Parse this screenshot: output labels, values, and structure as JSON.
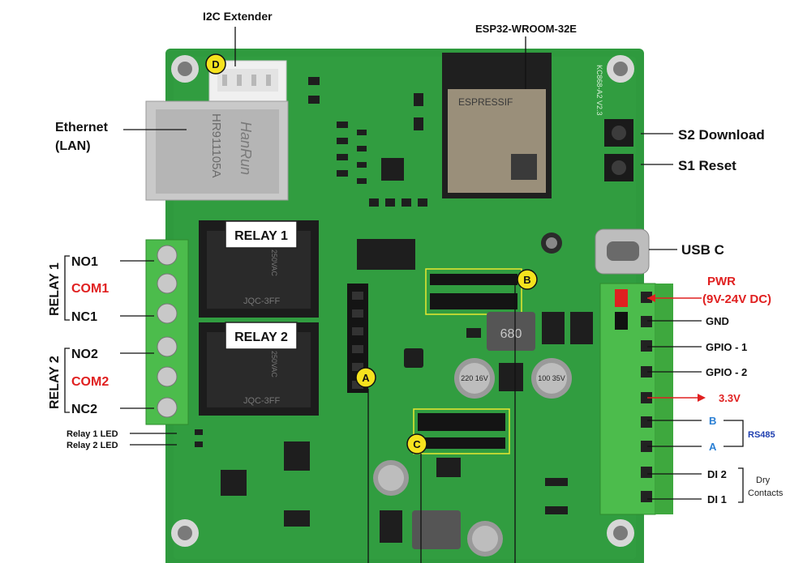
{
  "labels": {
    "i2c_extender": "I2C Extender",
    "esp32": "ESP32-WROOM-32E",
    "ethernet_line1": "Ethernet",
    "ethernet_line2": "(LAN)",
    "s2_download": "S2 Download",
    "s1_reset": "S1 Reset",
    "usb_c": "USB C",
    "relay1_header": "RELAY 1",
    "relay2_header": "RELAY 2",
    "relay1_side": "RELAY 1",
    "relay2_side": "RELAY 2",
    "no1": "NO1",
    "com1": "COM1",
    "nc1": "NC1",
    "no2": "NO2",
    "com2": "COM2",
    "nc2": "NC2",
    "relay1_led": "Relay 1 LED",
    "relay2_led": "Relay 2 LED",
    "pwr_line1": "PWR",
    "pwr_line2": "(9V-24V DC)",
    "gnd": "GND",
    "gpio1": "GPIO - 1",
    "gpio2": "GPIO - 2",
    "v33": "3.3V",
    "b": "B",
    "a": "A",
    "rs485": "RS485",
    "di2": "DI 2",
    "di1": "DI 1",
    "dry": "Dry",
    "contacts": "Contacts"
  },
  "markers": {
    "a": "A",
    "b": "B",
    "c": "C",
    "d": "D"
  },
  "pcb": {
    "ethernet_jack": "HR911105A",
    "ethernet_brand": "HanRun",
    "esp_brand": "ESPRESSIF",
    "relay_part": "JQC-3FF",
    "relay_rating": "10A 250VAC",
    "inductor": "680",
    "cap1": "220 16V",
    "cap2": "100 35V",
    "board_id": "KC868-A2 V2.3"
  },
  "colors": {
    "pcb_green": "#2f9a3e",
    "terminal_green": "#4cbc4c",
    "marker_yellow": "#f6e21e",
    "red_label": "#e02020",
    "blue_label": "#2a7fd4"
  }
}
